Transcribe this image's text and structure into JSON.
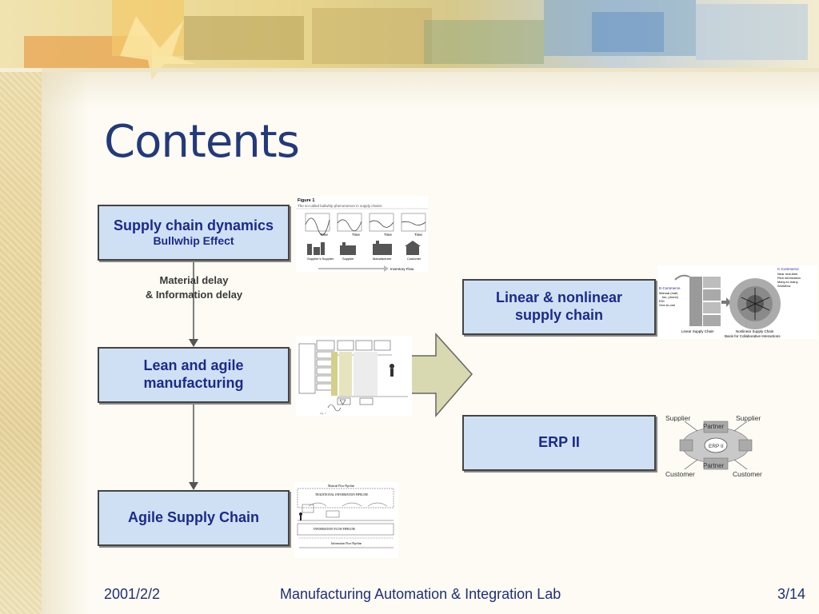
{
  "slide": {
    "title": "Contents"
  },
  "boxes": {
    "supply_chain": {
      "title": "Supply chain dynamics",
      "subtitle": "Bullwhip Effect"
    },
    "lean_agile": {
      "line1": "Lean and agile",
      "line2": "manufacturing"
    },
    "agile_supply": {
      "title": "Agile Supply Chain"
    },
    "linear_nonlinear": {
      "line1": "Linear & nonlinear",
      "line2": "supply chain"
    },
    "erp": {
      "title": "ERP II"
    }
  },
  "notes": {
    "delay_line1": "Material delay",
    "delay_line2": "& Information delay"
  },
  "figures": {
    "bullwhip": {
      "caption": "Figure 1",
      "subtitle": "The so-called bullwhip phenomenon in supply chains",
      "axis_label": "Time",
      "stages": [
        "Supplier's Supplier",
        "Supplier",
        "Manufacturer",
        "Customer"
      ],
      "flow_label": "Inventory Flow"
    },
    "scm": {
      "left_head1": "E-Commerce",
      "left_lines": [
        "Manual (mail,",
        "fax, phone)",
        "EDI",
        "One-to-one"
      ],
      "right_head": "C-Commerce",
      "right_lines": [
        "Near real-time",
        "Rich information",
        "Many-to-many",
        "Workflow"
      ],
      "caption_left": "Linear Supply Chain",
      "caption_right1": "Nonlinear Supply Chain",
      "caption_right2": "Basis for Collaborative Interactions"
    },
    "erp": {
      "supplier_left": "Supplier",
      "supplier_right": "Supplier",
      "partner_top": "Partner",
      "partner_bottom": "Partner",
      "center": "ERP II",
      "customer_left": "Customer",
      "customer_right": "Customer"
    },
    "agile_chain": {
      "top_label": "Material Flow Pipeline",
      "mid_label": "TRADITIONAL INFORMATION PIPELINE",
      "low_label": "INFORMATION FLOW PIPELINE",
      "bottom_label": "Information Flow Pipeline"
    }
  },
  "footer": {
    "date": "2001/2/2",
    "lab": "Manufacturing Automation & Integration Lab",
    "page": "3/14"
  },
  "colors": {
    "title": "#233a7a",
    "box_fill": "#cfe0f4",
    "box_text": "#1b2a8c",
    "big_arrow": "#d8d9b0"
  }
}
